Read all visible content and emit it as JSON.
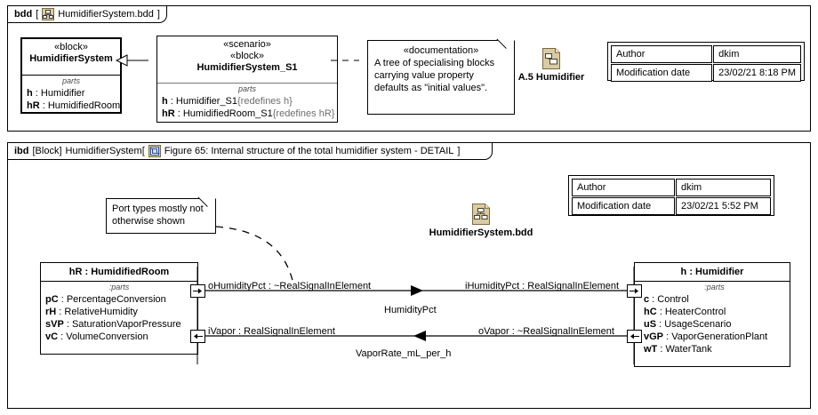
{
  "bdd": {
    "tab_keyword": "bdd",
    "tab_open": "[",
    "tab_title": "HumidifierSystem.bdd",
    "tab_close": "]",
    "tab_icon": "bdd-tree-icon",
    "system_block": {
      "stereotype": "«block»",
      "name": "HumidifierSystem",
      "compartment": "parts",
      "properties": [
        {
          "name": "h",
          "sep": " : ",
          "type": "Humidifier",
          "redefines": ""
        },
        {
          "name": "hR",
          "sep": " : ",
          "type": "HumidifiedRoom",
          "redefines": ""
        }
      ]
    },
    "scenario_block": {
      "stereotype1": "«scenario»",
      "stereotype2": "«block»",
      "name": "HumidifierSystem_S1",
      "compartment": "parts",
      "properties": [
        {
          "name": "h",
          "sep": " : ",
          "type": "Humidifier_S1",
          "redefines": "{redefines h}"
        },
        {
          "name": "hR",
          "sep": " : ",
          "type": "HumidifiedRoom_S1",
          "redefines": "{redefines hR}"
        }
      ]
    },
    "documentation_note": {
      "stereotype": "«documentation»",
      "line1": "A tree of specialising blocks",
      "line2": "carrying value property",
      "line3": "defaults as \"initial values\"."
    },
    "doc_icon": {
      "icon": "bdd-document-icon",
      "label": "A.5 Humidifier"
    },
    "meta": {
      "rows": [
        {
          "key": "Author",
          "value": "dkim"
        },
        {
          "key": "Modification date",
          "value": "23/02/21 8:18 PM"
        }
      ]
    }
  },
  "ibd": {
    "tab_keyword": "ibd",
    "tab_block_kw": "[Block]",
    "tab_block_name": "HumidifierSystem[",
    "tab_icon": "ibd-frame-icon",
    "tab_figure": "Figure 65: Internal structure of the total humidifier system - DETAIL",
    "tab_close": "]",
    "port_note": {
      "line1": "Port types mostly not",
      "line2": "otherwise shown"
    },
    "bdd_ref": {
      "icon": "bdd-tree-document-icon",
      "label": "HumidifierSystem.bdd"
    },
    "meta": {
      "rows": [
        {
          "key": "Author",
          "value": "dkim"
        },
        {
          "key": "Modification date",
          "value": "23/02/21 5:52 PM"
        }
      ]
    },
    "left_part": {
      "name": "hR : HumidifiedRoom",
      "compartment": ":parts",
      "properties": [
        {
          "name": "pC",
          "sep": " : ",
          "type": "PercentageConversion"
        },
        {
          "name": "rH",
          "sep": " : ",
          "type": "RelativeHumidity"
        },
        {
          "name": "sVP",
          "sep": " : ",
          "type": "SaturationVaporPressure"
        },
        {
          "name": "vC",
          "sep": " : ",
          "type": "VolumeConversion"
        }
      ]
    },
    "right_part": {
      "name": "h : Humidifier",
      "compartment": ":parts",
      "properties": [
        {
          "name": "c",
          "sep": " : ",
          "type": "Control"
        },
        {
          "name": "hC",
          "sep": " : ",
          "type": "HeaterControl"
        },
        {
          "name": "uS",
          "sep": " : ",
          "type": "UsageScenario"
        },
        {
          "name": "vGP",
          "sep": " : ",
          "type": "VaporGenerationPlant"
        },
        {
          "name": "wT",
          "sep": " : ",
          "type": "WaterTank"
        }
      ]
    },
    "ports": {
      "left_out": {
        "name": "oHumidityPct : ~RealSignalInElement",
        "direction": "out"
      },
      "left_in": {
        "name": "iVapor : RealSignalInElement",
        "direction": "in"
      },
      "right_in": {
        "name": "iHumidityPct : RealSignalInElement",
        "direction": "in"
      },
      "right_out": {
        "name": "oVapor : ~RealSignalInElement",
        "direction": "out"
      }
    },
    "connectors": [
      {
        "label": "HumidityPct",
        "direction": "left-to-right"
      },
      {
        "label": "VaporRate_mL_per_h",
        "direction": "right-to-left"
      }
    ]
  },
  "colors": {
    "icon_fill": "#d9cba3",
    "icon_stroke": "#7a6a3e",
    "line": "#000000",
    "compartment_text": "#4c4c4c",
    "redefines_text": "#6e6e6e"
  }
}
